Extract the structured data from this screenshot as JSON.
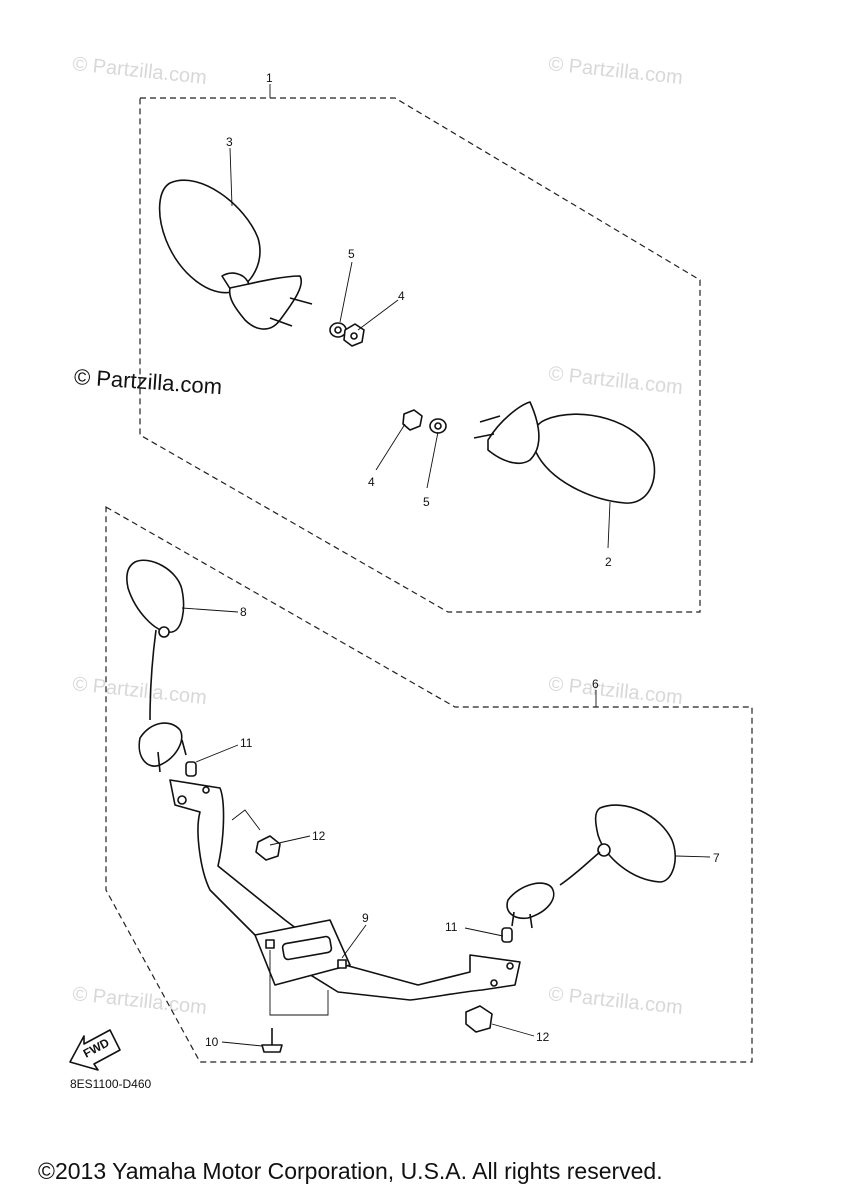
{
  "watermarks": {
    "small": "© Partzilla.com",
    "large": "© Partzilla.com"
  },
  "callouts": [
    "1",
    "2",
    "3",
    "4",
    "4",
    "5",
    "5",
    "6",
    "7",
    "8",
    "9",
    "10",
    "11",
    "11",
    "12",
    "12"
  ],
  "fwd_label": "FWD",
  "diagram_code": "8ES1100-D460",
  "copyright": "©2013 Yamaha Motor Corporation, U.S.A. All rights reserved."
}
